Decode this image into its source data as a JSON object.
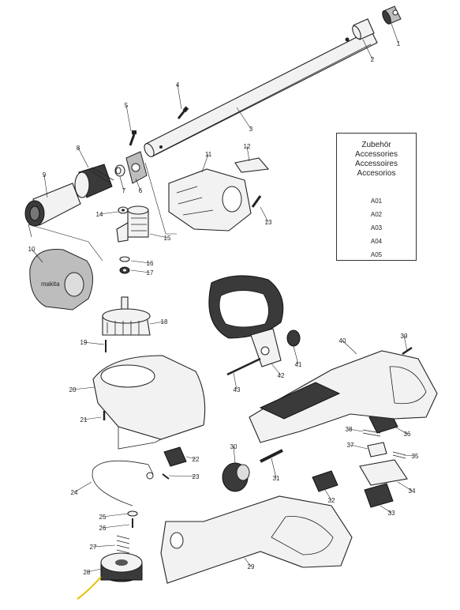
{
  "accessories_box": {
    "titles": [
      "Zubehör",
      "Accessories",
      "Accessoires",
      "Accesorios"
    ],
    "codes": [
      "A01",
      "A02",
      "A03",
      "A04",
      "A05"
    ]
  },
  "callouts": [
    "1",
    "2",
    "3",
    "4",
    "5",
    "6",
    "7",
    "8",
    "9",
    "10",
    "11",
    "12",
    "13",
    "14",
    "15",
    "16",
    "17",
    "18",
    "19",
    "20",
    "21",
    "22",
    "23",
    "24",
    "25",
    "26",
    "27",
    "28",
    "29",
    "30",
    "31",
    "32",
    "33",
    "34",
    "35",
    "36",
    "37",
    "38",
    "39",
    "40",
    "41",
    "42",
    "43"
  ]
}
